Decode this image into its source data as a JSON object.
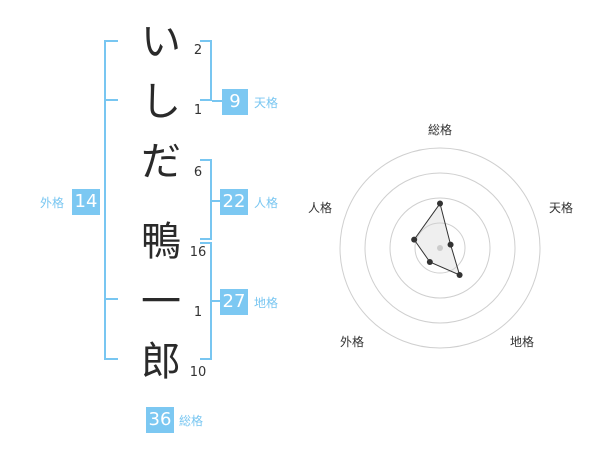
{
  "name": {
    "chars": [
      {
        "char": "い",
        "strokes": "2"
      },
      {
        "char": "し",
        "strokes": "1"
      },
      {
        "char": "だ",
        "strokes": "6"
      },
      {
        "char": "鴨",
        "strokes": "16"
      },
      {
        "char": "一",
        "strokes": "1"
      },
      {
        "char": "郎",
        "strokes": "10"
      }
    ]
  },
  "scores": {
    "tenkaku": {
      "value": "9",
      "label": "天格"
    },
    "jinkaku": {
      "value": "22",
      "label": "人格"
    },
    "chikaku": {
      "value": "27",
      "label": "地格"
    },
    "gaikaku": {
      "value": "14",
      "label": "外格"
    },
    "soukaku": {
      "value": "36",
      "label": "総格"
    }
  },
  "colors": {
    "accent": "#7cc8f2",
    "bracket": "#78c6f1"
  },
  "chart_data": {
    "type": "radar",
    "axes": [
      "総格",
      "天格",
      "地格",
      "外格",
      "人格"
    ],
    "rings": 4,
    "values": [
      36,
      9,
      27,
      14,
      22
    ],
    "range": [
      0,
      81
    ]
  }
}
